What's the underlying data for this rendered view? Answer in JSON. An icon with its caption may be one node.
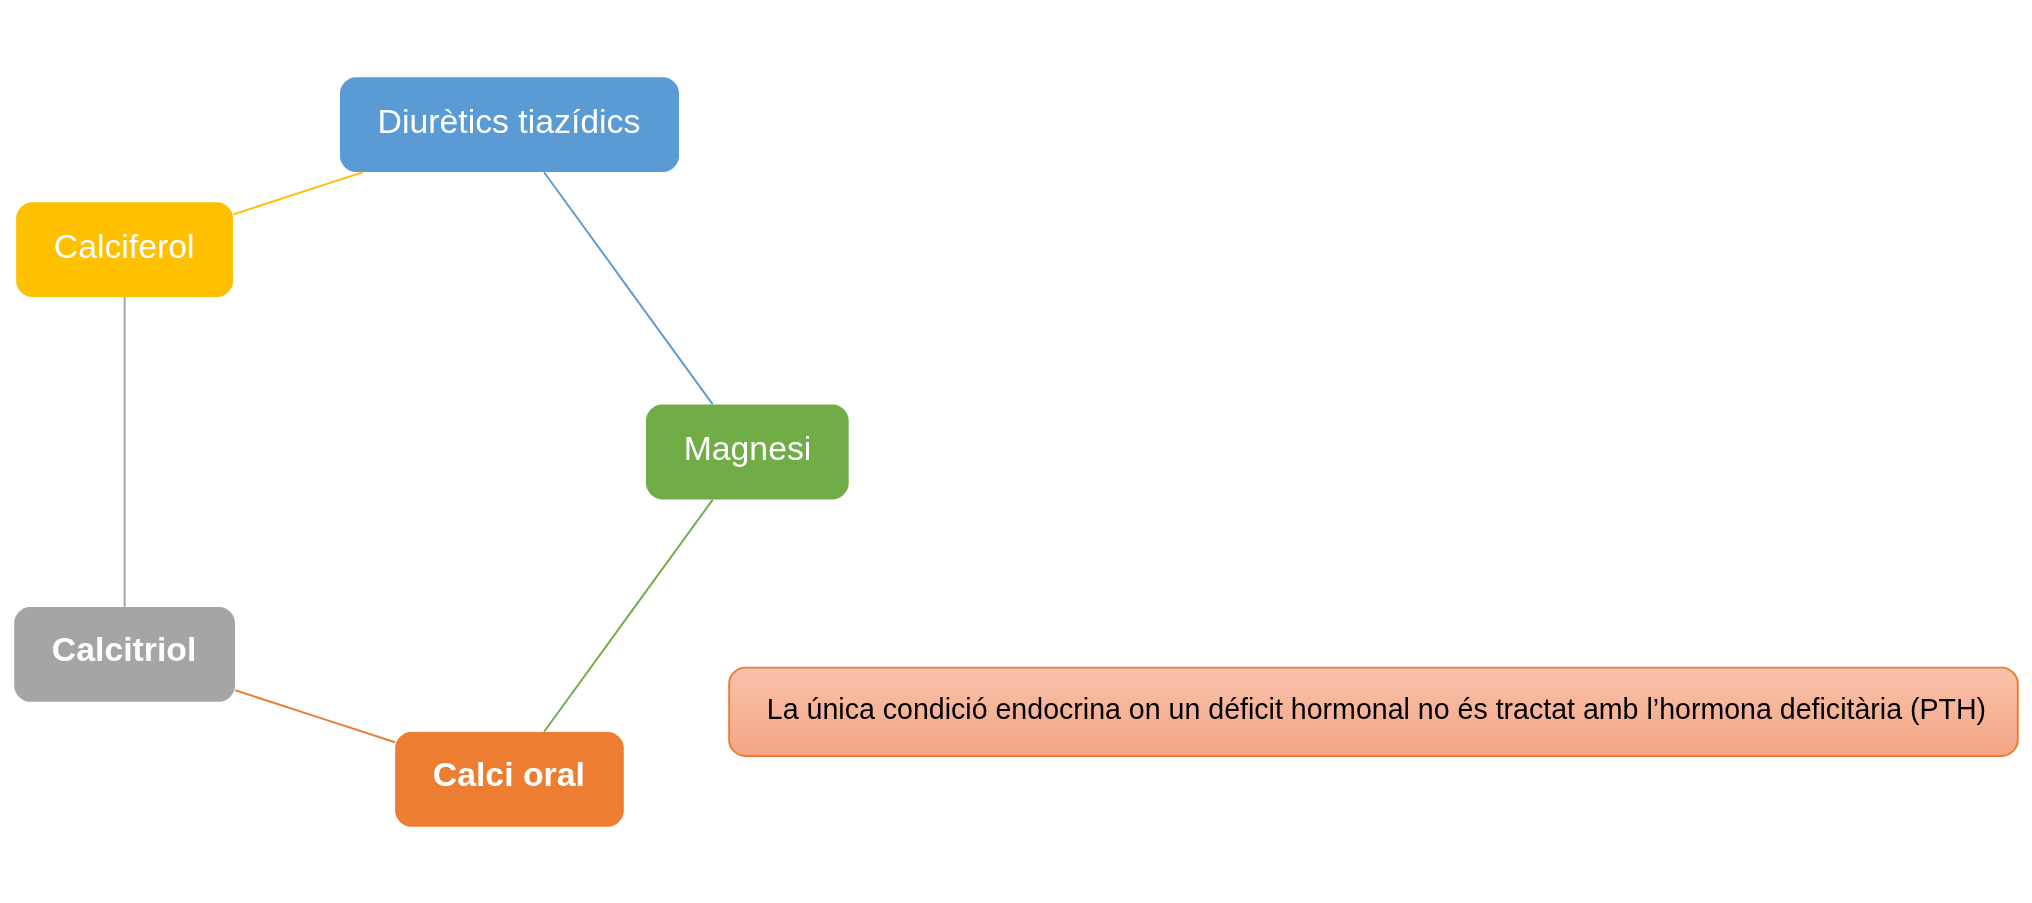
{
  "diagram": {
    "nodes": [
      {
        "text": [
          "Calci oral"
        ]
      },
      {
        "text": [
          "Calcitriol"
        ]
      },
      {
        "text": [
          "Calciferol"
        ]
      },
      {
        "text": [
          "Diurètics tiazídics"
        ]
      },
      {
        "text": [
          "Magnesi"
        ]
      },
      {
        "text": [
          "La única condició endocrina on un déficit hormonal no és tractat amb l’hormona deficitària (PTH)"
        ]
      }
    ],
    "edges": [
      {
        "from": 0,
        "to": 1,
        "arrow": "none",
        "color": "#ed7d31"
      },
      {
        "from": 1,
        "to": 2,
        "arrow": "none",
        "color": "#a5a5a5"
      },
      {
        "from": 2,
        "to": 3,
        "arrow": "none",
        "color": "#ffc000"
      },
      {
        "from": 3,
        "to": 4,
        "arrow": "none",
        "color": "#5b9bd5"
      },
      {
        "from": 4,
        "to": 0,
        "arrow": "none",
        "color": "#70ad47"
      }
    ]
  }
}
